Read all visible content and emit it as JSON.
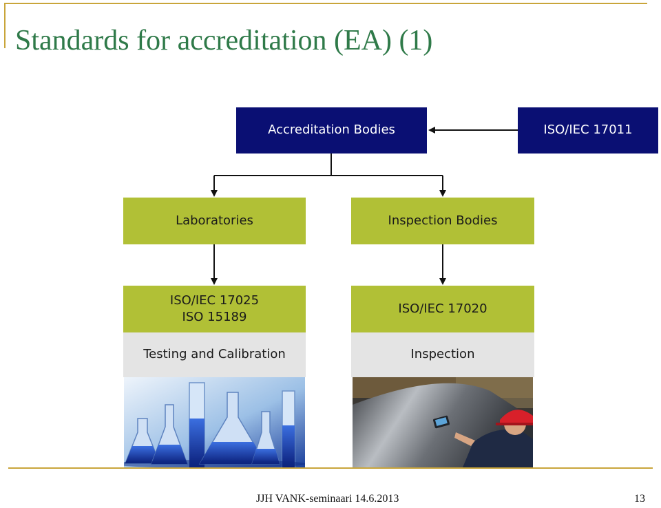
{
  "slide": {
    "title": "Standards for accreditation (EA) (1)",
    "footer": "JJH VANK-seminaari 14.6.2013",
    "page_number": "13"
  },
  "diagram": {
    "accreditation_bodies": "Accreditation Bodies",
    "iso_17011": "ISO/IEC 17011",
    "laboratories": "Laboratories",
    "inspection_bodies": "Inspection Bodies",
    "lab_standards": [
      "ISO/IEC 17025",
      "ISO 15189"
    ],
    "inspection_standard": "ISO/IEC 17020",
    "lab_activity": "Testing and Calibration",
    "inspection_activity": "Inspection"
  },
  "colors": {
    "navy": "#0a0f73",
    "green": "#b1c036",
    "grey": "#e4e4e4",
    "title": "#2f7a49",
    "rule": "#c9a53a"
  }
}
